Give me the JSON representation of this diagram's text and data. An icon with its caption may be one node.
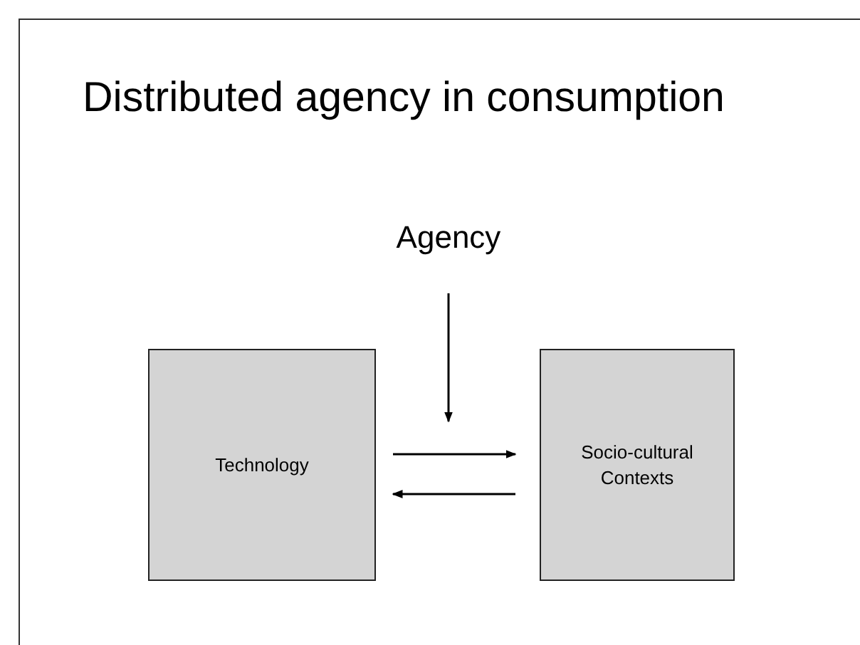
{
  "diagram": {
    "title": "Distributed agency in consumption",
    "nodes": [
      {
        "text": [
          "Agency"
        ]
      },
      {
        "text": [
          "Technology"
        ]
      },
      {
        "text": [
          "Socio-cultural Contexts"
        ]
      }
    ],
    "edges": [
      {
        "from": 0,
        "to": null,
        "arrow": "to"
      },
      {
        "from": 1,
        "to": 2,
        "arrow": "to"
      },
      {
        "from": 2,
        "to": 1,
        "arrow": "to"
      }
    ]
  }
}
